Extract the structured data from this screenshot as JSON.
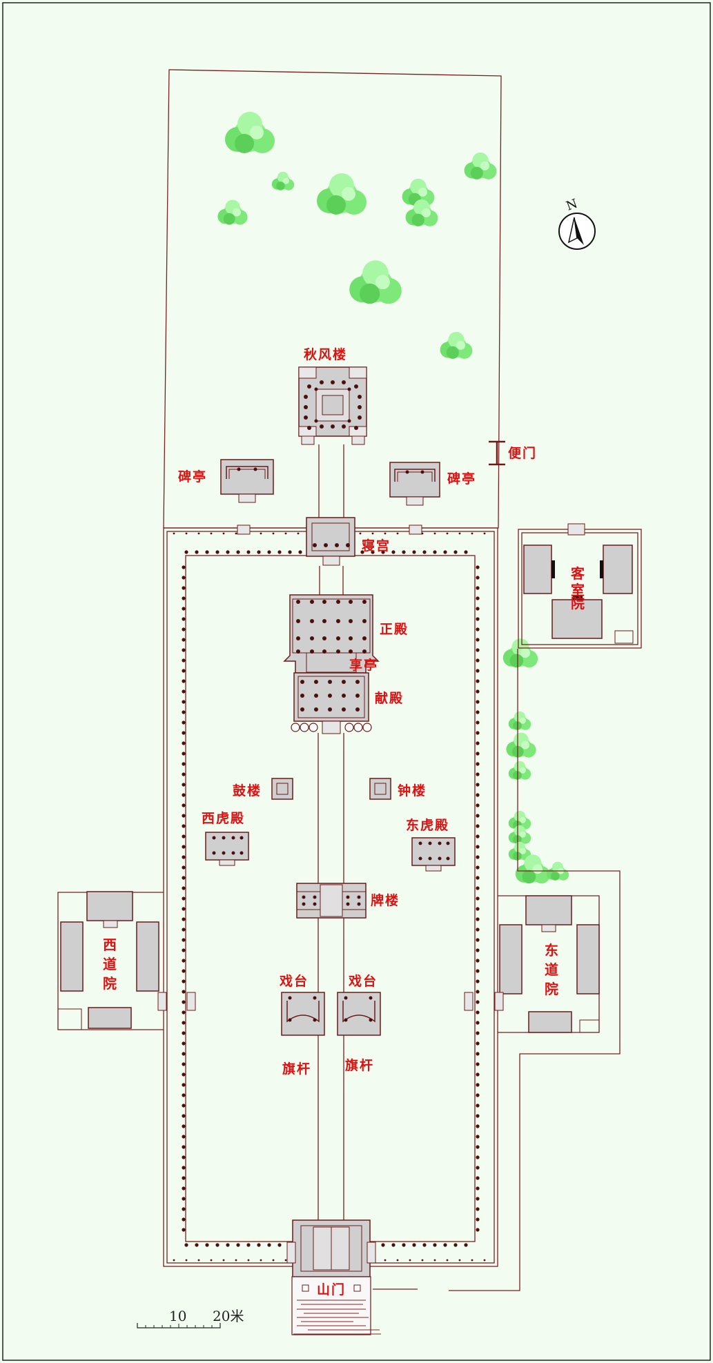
{
  "colors": {
    "background": "#f2fcf0",
    "wall": "#7a2020",
    "building_fill": "#cfcfcf",
    "label": "#e01010",
    "tree": "#7de87a"
  },
  "labels": {
    "qiufenglou": "秋风楼",
    "bianmen": "便门",
    "beiting_w": "碑亭",
    "beiting_e": "碑亭",
    "qingong": "寝宫",
    "kexiyuan": [
      "客",
      "室",
      "院"
    ],
    "zhengdian": "正殿",
    "xiangting": "享亭",
    "xiandian": "献殿",
    "gulou": "鼓楼",
    "zhonglou": "钟楼",
    "xihudian": "西虎殿",
    "donghudian": "东虎殿",
    "pailou": "牌楼",
    "xidaoyuan": [
      "西",
      "道",
      "院"
    ],
    "dongdaoyuan": [
      "东",
      "道",
      "院"
    ],
    "xitai_w": "戏台",
    "xitai_e": "戏台",
    "qigan_w": "旗杆",
    "qigan_e": "旗杆",
    "shanmen": "山门"
  },
  "compass": {
    "north_label": "N",
    "icon": "north-arrow-icon"
  },
  "scale_bar": {
    "tick_10": "10",
    "tick_20": "20米"
  }
}
